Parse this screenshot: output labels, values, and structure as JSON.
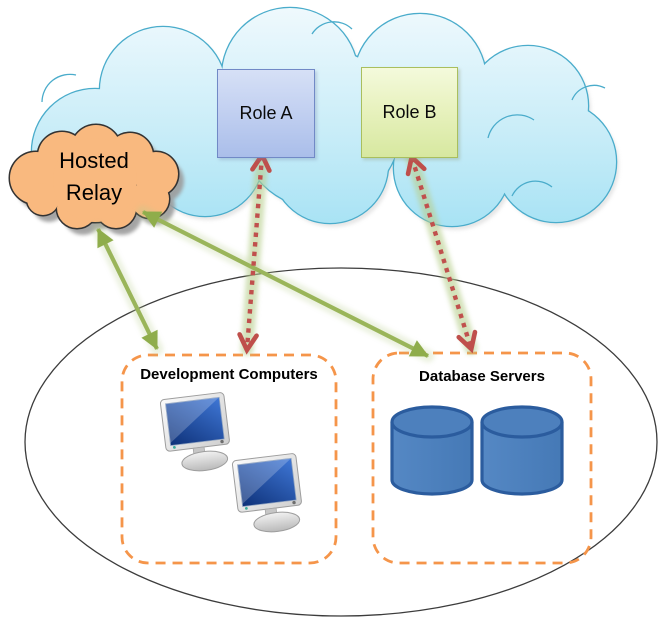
{
  "nodes": {
    "role_a": {
      "label": "Role A"
    },
    "role_b": {
      "label": "Role B"
    },
    "hosted_relay": {
      "label": "Hosted Relay"
    }
  },
  "groups": {
    "development_computers": {
      "title": "Development Computers",
      "icon": "desktop-monitor",
      "icon_count": 2
    },
    "database_servers": {
      "title": "Database Servers",
      "icon": "database-cylinder",
      "icon_count": 2
    }
  },
  "connections": [
    {
      "from": "Hosted Relay",
      "to": "Development Computers",
      "line": "solid",
      "color": "#9ab55a",
      "bidirectional": true
    },
    {
      "from": "Hosted Relay",
      "to": "Database Servers",
      "line": "solid",
      "color": "#9ab55a",
      "bidirectional": true
    },
    {
      "from": "Role A",
      "to": "Development Computers",
      "line": "dotted",
      "color": "#c0504d",
      "glow": "#b7cf8d",
      "bidirectional": true
    },
    {
      "from": "Role B",
      "to": "Database Servers",
      "line": "dotted",
      "color": "#c0504d",
      "glow": "#b7cf8d",
      "bidirectional": true
    }
  ],
  "colors": {
    "big_cloud_stroke": "#4aaccb",
    "big_cloud_fill_top": "#edf8fd",
    "big_cloud_fill_bottom": "#a6e2f4",
    "relay_fill": "#f9b97f",
    "relay_stroke": "#333333",
    "group_border": "#f5954a",
    "boundary_ellipse_stroke": "#3c3c3c",
    "database_fill": "#4d80bd",
    "monitor_screen": "#1c4496"
  }
}
